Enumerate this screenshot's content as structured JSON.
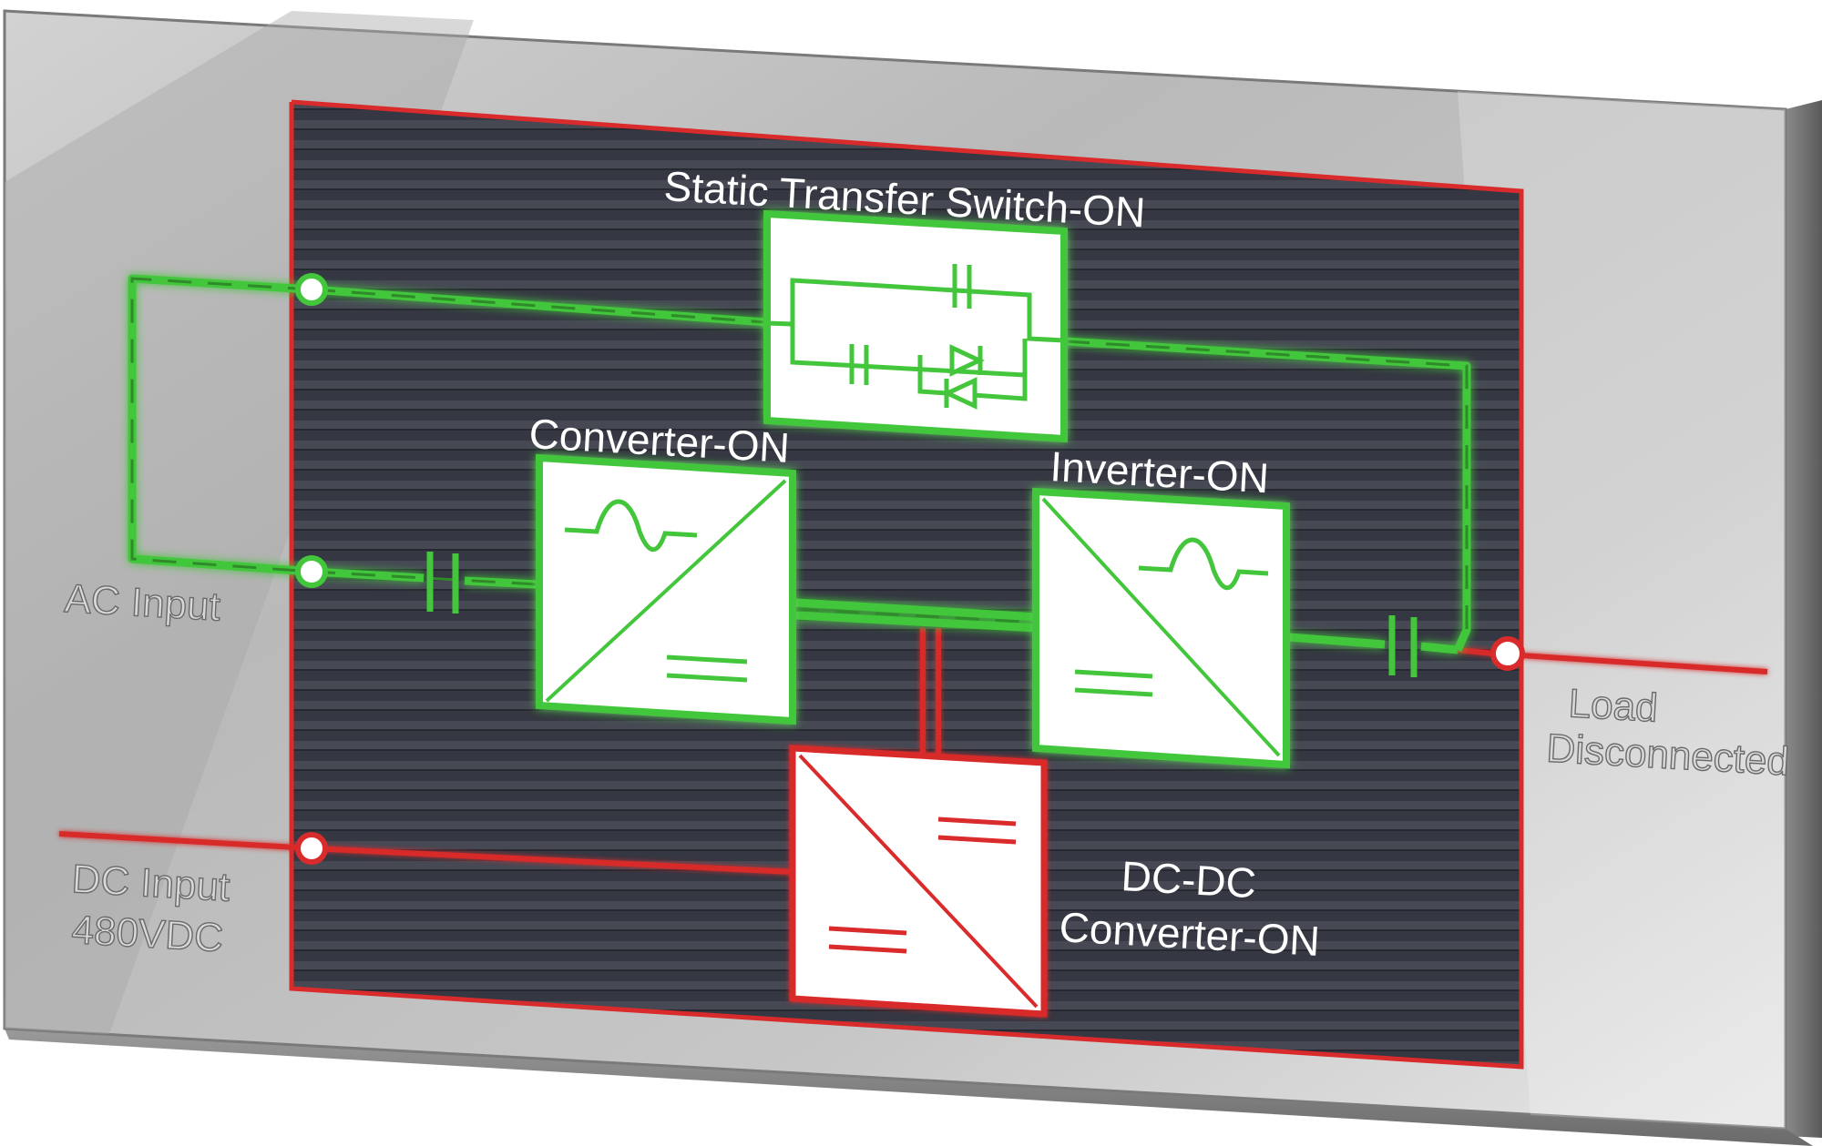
{
  "labels": {
    "static_transfer_switch": "Static Transfer Switch-ON",
    "converter": "Converter-ON",
    "inverter": "Inverter-ON",
    "dcdc_line1": "DC-DC",
    "dcdc_line2": "Converter-ON",
    "ac_input": "AC Input",
    "dc_input_line1": "DC Input",
    "dc_input_line2": "480VDC",
    "load_line1": "Load",
    "load_line2": "Disconnected"
  },
  "status_colors": {
    "active": "#43c63b",
    "inactive": "#d92b2b"
  },
  "states": {
    "static_transfer_switch": "on",
    "converter": "on",
    "inverter": "on",
    "dcdc_converter": "on",
    "ac_input": "active",
    "dc_input": "inactive",
    "load": "disconnected"
  }
}
